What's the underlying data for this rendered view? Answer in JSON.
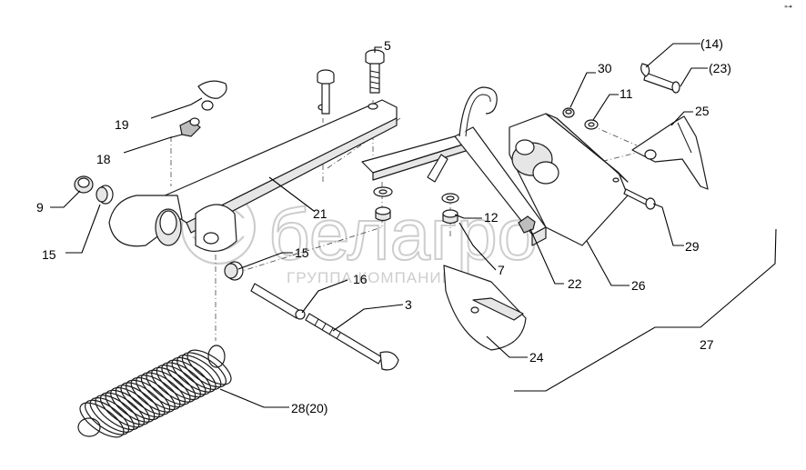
{
  "labels": {
    "l5": "5",
    "l14": "(14)",
    "l23": "(23)",
    "l30": "30",
    "l11": "11",
    "l25": "25",
    "l19": "19",
    "l18": "18",
    "l9": "9",
    "l15a": "15",
    "l15b": "15",
    "l21": "21",
    "l12": "12",
    "l7": "7",
    "l16": "16",
    "l3": "3",
    "l22": "22",
    "l26": "26",
    "l29": "29",
    "l27": "27",
    "l24": "24",
    "l2820": "28(20)"
  },
  "watermark": {
    "brand": "белагро",
    "subtitle": "ГРУППА КОМПАНИЙ"
  },
  "corner_mark": "⊶"
}
